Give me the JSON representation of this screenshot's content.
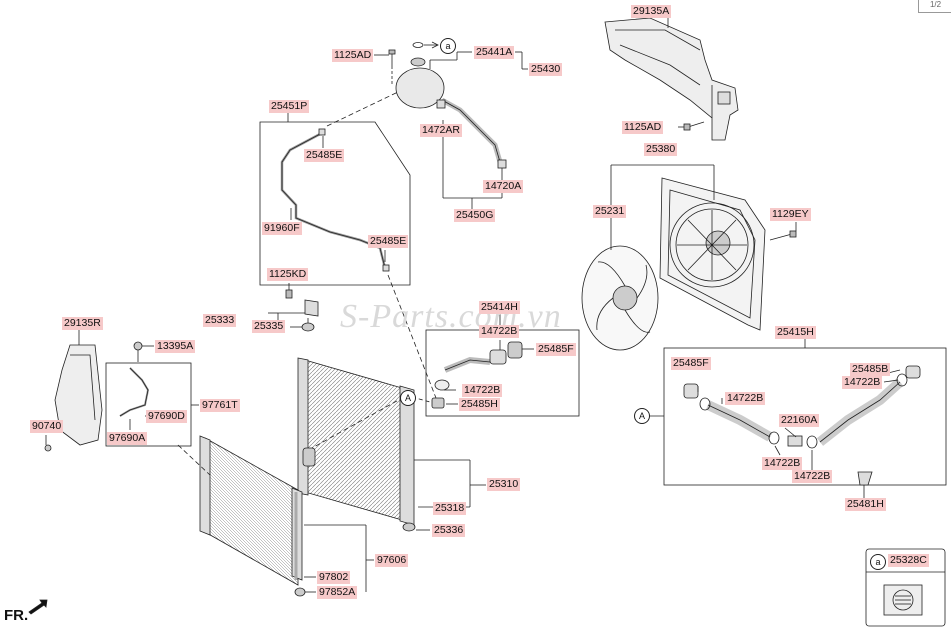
{
  "watermark": "S-Parts.com.vn",
  "page_indicator": "1/2",
  "front_label": "FR.",
  "callout_letter": "a",
  "ref_a_left": "A",
  "ref_a_right": "A",
  "part_numbers": {
    "p29135A": "29135A",
    "p1125AD_top": "1125AD",
    "p25441A": "25441A",
    "p25430": "25430",
    "p1125AD_r": "1125AD",
    "p25451P": "25451P",
    "p25485E_a": "25485E",
    "p1472AR": "1472AR",
    "p14720A": "14720A",
    "p25450G": "25450G",
    "p25380": "25380",
    "p91960F": "91960F",
    "p25485E_b": "25485E",
    "p25231": "25231",
    "p1129EY": "1129EY",
    "p1125KD": "1125KD",
    "p25333": "25333",
    "p25335": "25335",
    "p25414H": "25414H",
    "p14722B_a": "14722B",
    "p25485F_a": "25485F",
    "p29135R": "29135R",
    "p13395A": "13395A",
    "p25415H": "25415H",
    "p25485F_b": "25485F",
    "p25485B": "25485B",
    "p14722B_b": "14722B",
    "p14722B_c": "14722B",
    "p25485H": "25485H",
    "p97761T": "97761T",
    "p14722B_d": "14722B",
    "p97690D": "97690D",
    "p22160A": "22160A",
    "p90740": "90740",
    "p97690A": "97690A",
    "p14722B_e": "14722B",
    "p14722B_f": "14722B",
    "p25310": "25310",
    "p25481H": "25481H",
    "p25318": "25318",
    "p25336": "25336",
    "p97606": "97606",
    "p25328C": "25328C",
    "p97802": "97802",
    "p97852A": "97852A"
  }
}
